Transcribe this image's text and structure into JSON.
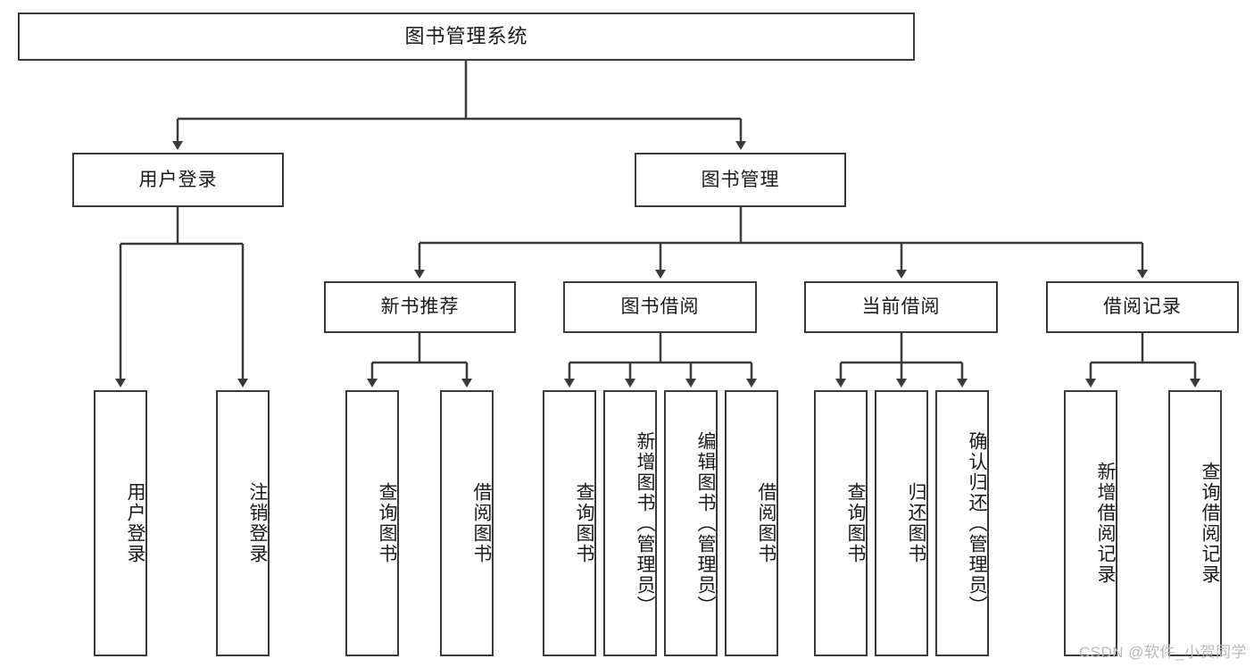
{
  "diagram": {
    "title": "图书管理系统",
    "type": "tree-hierarchy-diagram",
    "colors": {
      "box_border": "#3a3a3a",
      "box_fill": "#ffffff",
      "line": "#3a3a3a",
      "text": "#1a1a1a",
      "watermark": "#b9b9b9",
      "background": "#ffffff"
    },
    "root": {
      "label": "图书管理系统"
    },
    "level1": [
      {
        "label": "用户登录"
      },
      {
        "label": "图书管理"
      }
    ],
    "level2": [
      {
        "label": "新书推荐"
      },
      {
        "label": "图书借阅"
      },
      {
        "label": "当前借阅"
      },
      {
        "label": "借阅记录"
      }
    ],
    "leaves": {
      "user_login": [
        {
          "label": "用户登录"
        },
        {
          "label": "注销登录"
        }
      ],
      "new_book": [
        {
          "label": "查询图书"
        },
        {
          "label": "借阅图书"
        }
      ],
      "book_borrow": [
        {
          "label": "查询图书"
        },
        {
          "label": "新增图书（管理员）"
        },
        {
          "label": "编辑图书（管理员）"
        },
        {
          "label": "借阅图书"
        }
      ],
      "current_borrow": [
        {
          "label": "查询图书"
        },
        {
          "label": "归还图书"
        },
        {
          "label": "确认归还（管理员）"
        }
      ],
      "borrow_record": [
        {
          "label": "新增借阅记录"
        },
        {
          "label": "查询借阅记录"
        }
      ]
    }
  },
  "watermark": {
    "text": "CSDN @软件_小贺同学"
  }
}
